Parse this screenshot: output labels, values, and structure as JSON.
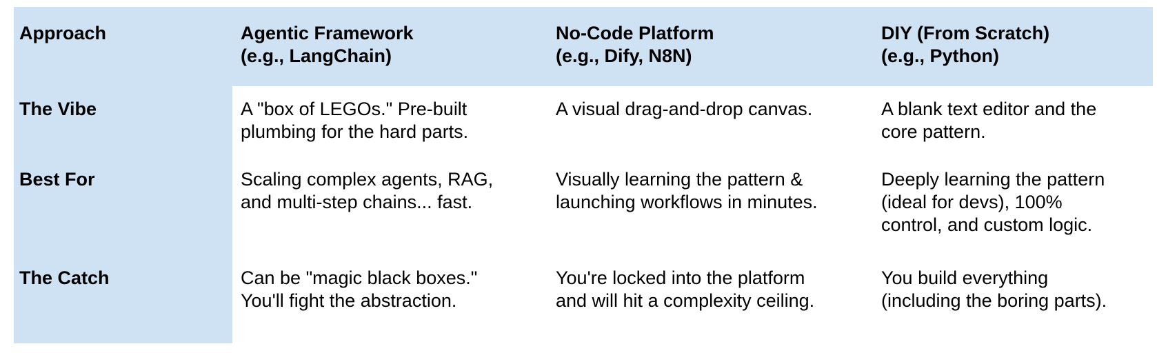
{
  "style": {
    "header_bg": "#cfe2f3",
    "body_bg": "#ffffff",
    "text_color": "#000000"
  },
  "chart_data": {
    "type": "table",
    "title": "",
    "columns": [
      "Approach",
      "Agentic Framework\n(e.g., LangChain)",
      "No-Code Platform\n(e.g., Dify, N8N)",
      "DIY (From Scratch)\n(e.g., Python)"
    ],
    "rows": [
      {
        "label": "The Vibe",
        "cells": [
          "A \"box of LEGOs.\" Pre-built\nplumbing for the hard parts.",
          "A visual drag-and-drop canvas.",
          "A blank text editor and the\ncore pattern."
        ]
      },
      {
        "label": "Best For",
        "cells": [
          "Scaling complex agents, RAG,\nand multi-step chains... fast.",
          "Visually learning the pattern &\nlaunching workflows in minutes.",
          "Deeply learning the pattern\n(ideal for devs), 100%\ncontrol, and custom logic."
        ]
      },
      {
        "label": "The Catch",
        "cells": [
          "Can be \"magic black boxes.\"\nYou'll fight the abstraction.",
          "You're locked into the platform\nand will hit a complexity ceiling.",
          "You build everything\n(including the boring parts)."
        ]
      }
    ]
  }
}
